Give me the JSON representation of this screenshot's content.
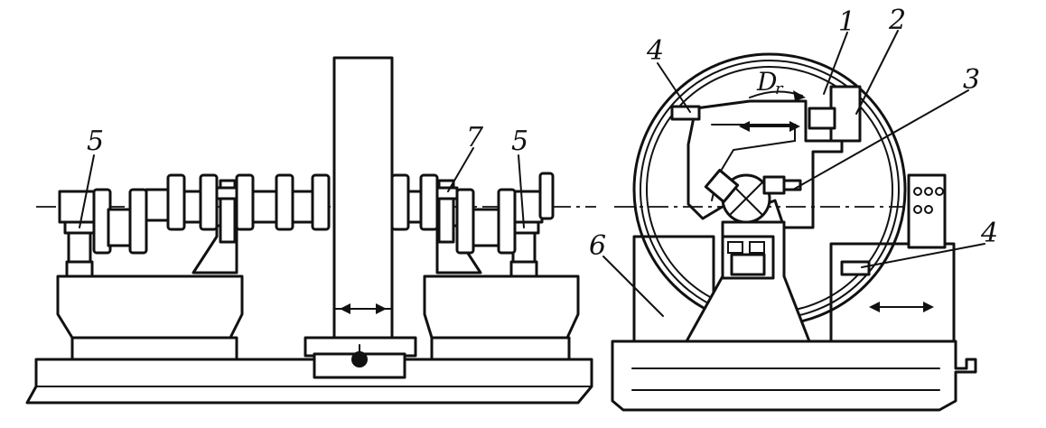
{
  "labels": {
    "left_support": "5",
    "left_steady_clamp": "7",
    "right_support": "5",
    "housing": "1",
    "ring": "2",
    "tool": "3",
    "guide_upper": "4",
    "guide_lower": "4",
    "base": "6"
  },
  "diameter_label": {
    "main": "D",
    "sub": "r"
  }
}
